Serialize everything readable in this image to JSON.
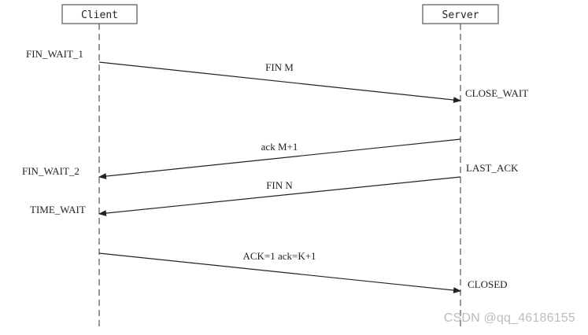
{
  "participants": {
    "client": "Client",
    "server": "Server"
  },
  "client_states": {
    "fin_wait_1": "FIN_WAIT_1",
    "fin_wait_2": "FIN_WAIT_2",
    "time_wait": "TIME_WAIT"
  },
  "server_states": {
    "close_wait": "CLOSE_WAIT",
    "last_ack": "LAST_ACK",
    "closed": "CLOSED"
  },
  "messages": {
    "fin_m": "FIN M",
    "ack_m1": "ack M+1",
    "fin_n": "FIN N",
    "ack_k1": "ACK=1 ack=K+1"
  },
  "watermark": "CSDN @qq_46186155",
  "colors": {
    "line": "#222222",
    "lifeline": "#555555",
    "watermark": "#bdbdbd"
  }
}
